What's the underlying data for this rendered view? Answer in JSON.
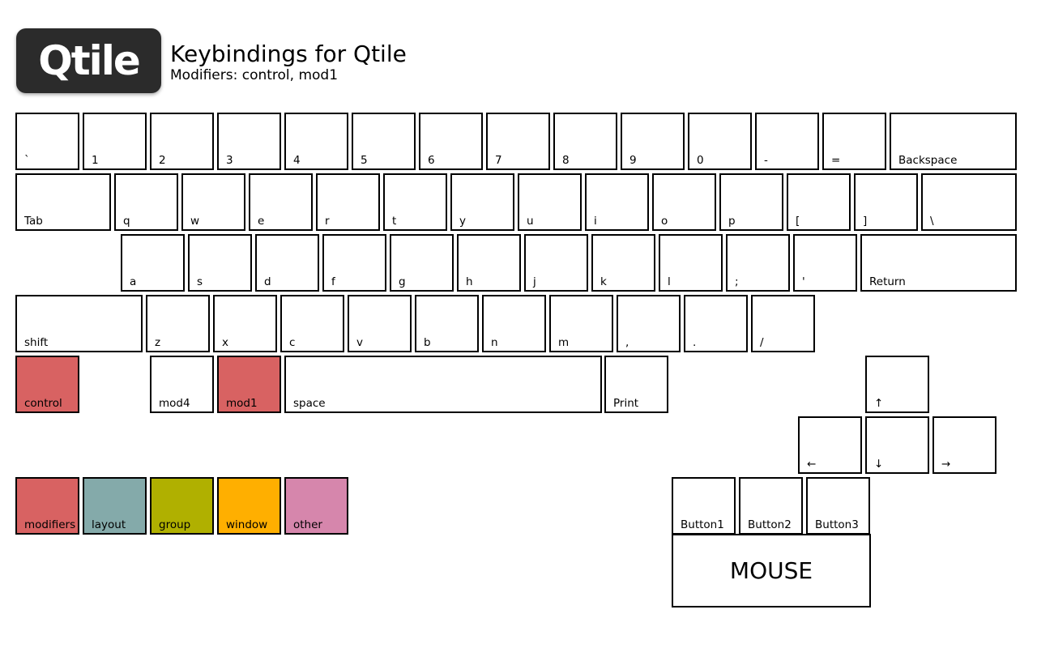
{
  "header": {
    "logo_text": "Qtile",
    "title": "Keybindings for Qtile",
    "subtitle": "Modifiers: control, mod1"
  },
  "colors": {
    "key_default": "#ffffff",
    "modifiers": "#d86262",
    "layout": "#84aaaa",
    "group": "#b0b000",
    "window": "#ffaf00",
    "other": "#d686ac"
  },
  "keyboard": {
    "row1": [
      "`",
      "1",
      "2",
      "3",
      "4",
      "5",
      "6",
      "7",
      "8",
      "9",
      "0",
      "-",
      "=",
      "Backspace"
    ],
    "row2": [
      "Tab",
      "q",
      "w",
      "e",
      "r",
      "t",
      "y",
      "u",
      "i",
      "o",
      "p",
      "[",
      "]",
      "\\"
    ],
    "row3": [
      "a",
      "s",
      "d",
      "f",
      "g",
      "h",
      "j",
      "k",
      "l",
      ";",
      "'",
      "Return"
    ],
    "row4": [
      "shift",
      "z",
      "x",
      "c",
      "v",
      "b",
      "n",
      "m",
      ",",
      ".",
      "/"
    ],
    "row5": [
      "control",
      "mod4",
      "mod1",
      "space",
      "Print"
    ],
    "arrows": [
      "↑",
      "←",
      "↓",
      "→"
    ]
  },
  "active_modifiers": [
    "control",
    "mod1"
  ],
  "legend": [
    "modifiers",
    "layout",
    "group",
    "window",
    "other"
  ],
  "mouse": {
    "buttons": [
      "Button1",
      "Button2",
      "Button3"
    ],
    "label": "MOUSE"
  }
}
